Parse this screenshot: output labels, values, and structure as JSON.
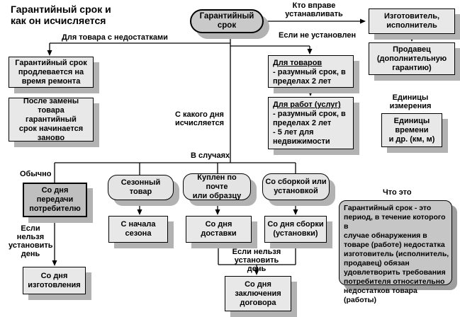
{
  "page": {
    "title": "Гарантийный срок и\nкак он исчисляется"
  },
  "colors": {
    "background": "#ffffff",
    "box_light": "#e8e8e8",
    "box_dark": "#bfbfbf",
    "stadium_fill": "#c9c9c9",
    "definition_fill": "#c6c6c6",
    "shadow": "#b2b2b2",
    "line": "#000000",
    "text": "#000000"
  },
  "root": {
    "text": "Гарантийный\nсрок"
  },
  "edge_labels": {
    "who_sets": "Кто вправе\nустанавливать",
    "for_defective": "Для товара с недостатками",
    "if_not_set": "Если не установлен",
    "from_which_day": "С какого дня\nисчисляется",
    "in_cases": "В случаях",
    "usually": "Обычно",
    "if_cannot_left": "Если\nнельзя\nустановить\nдень",
    "if_cannot_bottom": "Если нельзя\nустановить день",
    "units_header": "Единицы\nизмерения",
    "what_is": "Что это"
  },
  "nodes": {
    "manufacturer": "Изготовитель,\nисполнитель",
    "seller": "Продавец\n(дополнительную\nгарантию)",
    "extended": "Гарантийный срок\nпродлевается на\nвремя ремонта",
    "after_replace": "После замены\nтовара гарантийный\nсрок  начинается\nзаново",
    "for_goods_heading": "Для товаров",
    "for_goods_body": "- разумный срок,  в\nпределах 2 лет",
    "for_works_heading": "Для работ (услуг)",
    "for_works_body": "- разумный срок,  в\nпределах 2 лет\n-  5 лет для\nнедвижимости",
    "units": "Единицы\nвремени\nи др. (км, м)",
    "transfer_day": "Со дня\nпередачи\nпотребителю",
    "manufacture_day": "Со дня\nизготовления",
    "seasonal": "Сезонный\nтовар",
    "season_start": "С начала\nсезона",
    "mail": "Куплен по почте\nили образцу",
    "delivery_day": "Со дня\nдоставки",
    "assembly": "Со сборкой или\nустановкой",
    "assembly_day": "Со дня  сборки\n(установки)",
    "contract_day": "Со дня\nзаключения\nдоговора",
    "definition": "Гарантийный срок - это\nпериод, в течение которого в\nслучае обнаружения в\nтоваре (работе) недостатка\nизготовитель (исполнитель,\nпродавец) обязан\nудовлетворить требования\nпотребителя относительно\nнедостатков товара (работы)"
  }
}
